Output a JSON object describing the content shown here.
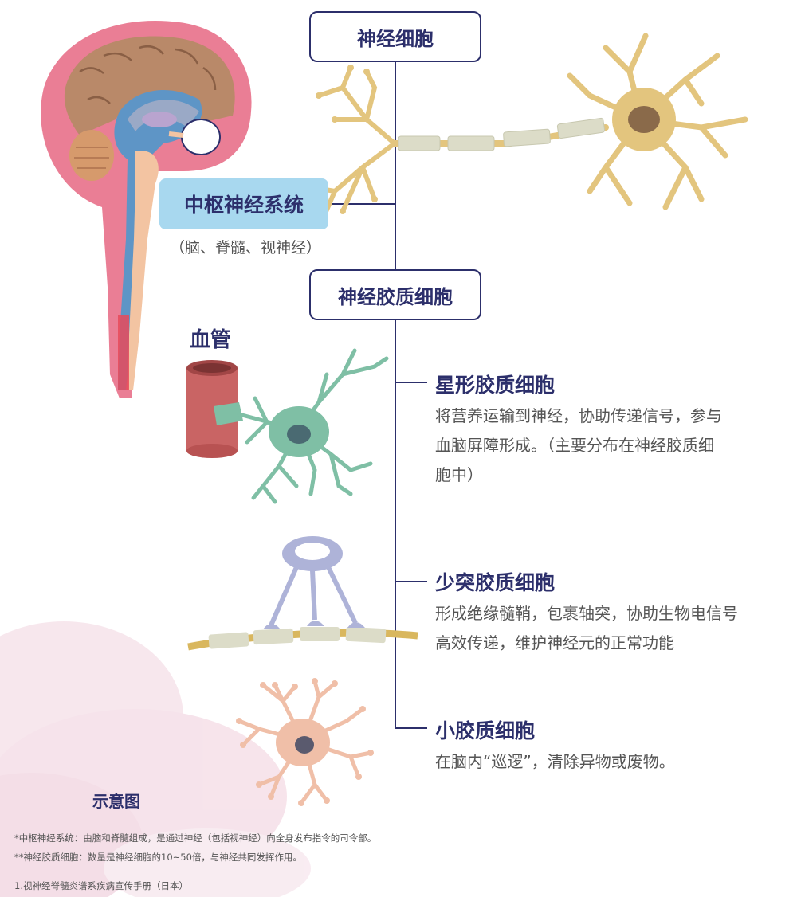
{
  "diagram": {
    "root_box": "神经细胞",
    "cns_label": "中枢神经系统",
    "cns_sub": "（脑、脊髓、视神经）",
    "glia_box": "神经胶质细胞",
    "vessel_label": "血管",
    "legend": "示意图",
    "astrocyte": {
      "title": "星形胶质细胞",
      "desc_lines": [
        "将营养运输到神经，协助传递信号，参与",
        "血脑屏障形成。（主要分布在神经胶质细",
        "胞中）"
      ]
    },
    "oligodendrocyte": {
      "title": "少突胶质细胞",
      "desc_lines": [
        "形成绝缘髓鞘，包裹轴突，协助生物电信号",
        "高效传递，维护神经元的正常功能"
      ]
    },
    "microglia": {
      "title": "小胶质细胞",
      "desc_lines": [
        "在脑内“巡逻”，清除异物或废物。"
      ]
    }
  },
  "footnotes": [
    "*中枢神经系统：由脑和脊髓组成，是通过神经（包括视神经）向全身发布指令的司令部。",
    "**神经胶质细胞：数量是神经细胞的10~50倍，与神经共同发挥作用。",
    "1.视神经脊髓炎谱系疾病宣传手册（日本）"
  ],
  "colors": {
    "navy": "#2c2f6b",
    "label_bg": "#a8d8ef",
    "neuron": "#e3c57e",
    "astrocyte": "#7fbfa5",
    "oligodendrocyte": "#aeb3d8",
    "microglia": "#f0bfa8",
    "vessel": "#c96464"
  }
}
